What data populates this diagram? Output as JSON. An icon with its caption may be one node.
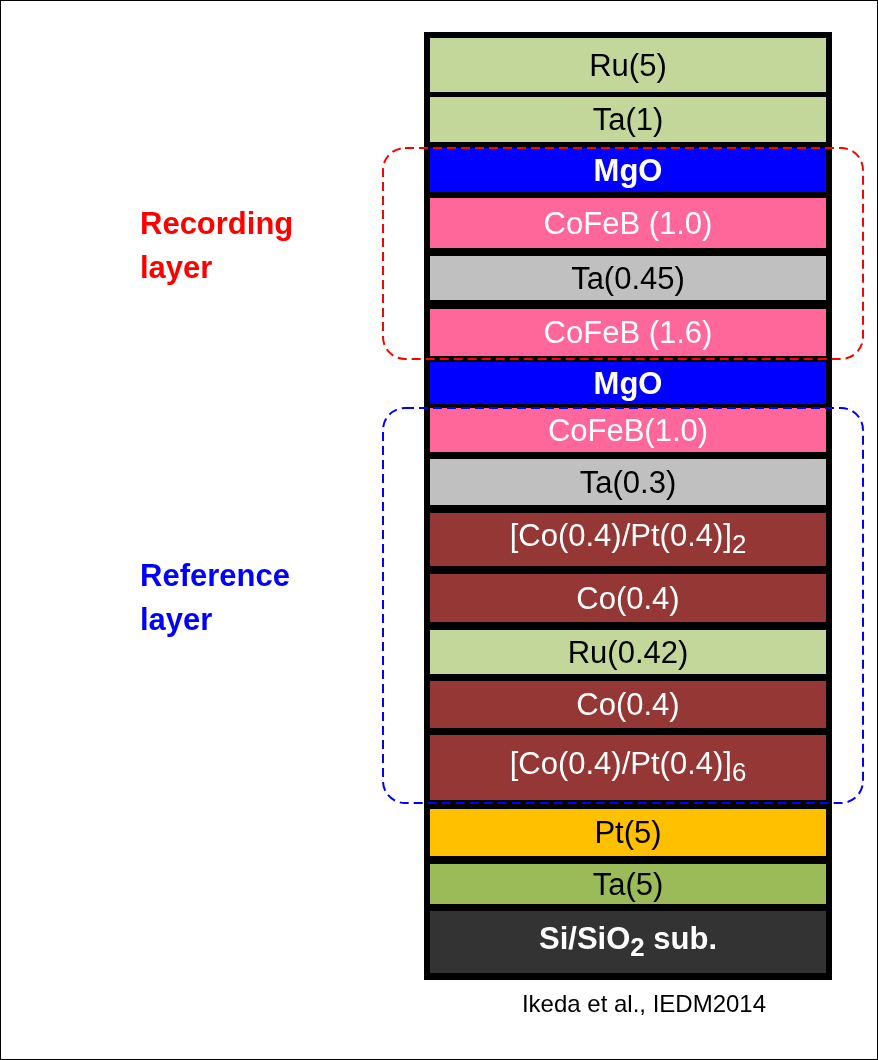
{
  "diagram": {
    "caption": "Ikeda et al., IEDM2014",
    "nodes": [
      {
        "text": [
          "Recording layer"
        ]
      },
      {
        "text": [
          "Reference layer"
        ]
      },
      {
        "text": [
          "Ru(5)"
        ]
      },
      {
        "text": [
          "Ta(1)"
        ]
      },
      {
        "text": [
          "MgO"
        ],
        "in": 0
      },
      {
        "text": [
          "CoFeB (1.0)"
        ],
        "in": 0
      },
      {
        "text": [
          "Ta(0.45)"
        ],
        "in": 0
      },
      {
        "text": [
          "CoFeB (1.6)"
        ],
        "in": 0
      },
      {
        "text": [
          "MgO"
        ]
      },
      {
        "text": [
          "CoFeB(1.0)"
        ],
        "in": 1
      },
      {
        "text": [
          "Ta(0.3)"
        ],
        "in": 1
      },
      {
        "text": [
          "[Co(0.4)/Pt(0.4)]$_{2}$"
        ],
        "in": 1
      },
      {
        "text": [
          "Co(0.4)"
        ],
        "in": 1
      },
      {
        "text": [
          "Ru(0.42)"
        ],
        "in": 1
      },
      {
        "text": [
          "Co(0.4)"
        ],
        "in": 1
      },
      {
        "text": [
          "[Co(0.4)/Pt(0.4)]$_{6}$"
        ],
        "in": 1
      },
      {
        "text": [
          "Pt(5)"
        ]
      },
      {
        "text": [
          "Ta(5)"
        ]
      },
      {
        "text": [
          "Si/SiO$_{2}$ sub."
        ]
      }
    ],
    "edges": []
  }
}
